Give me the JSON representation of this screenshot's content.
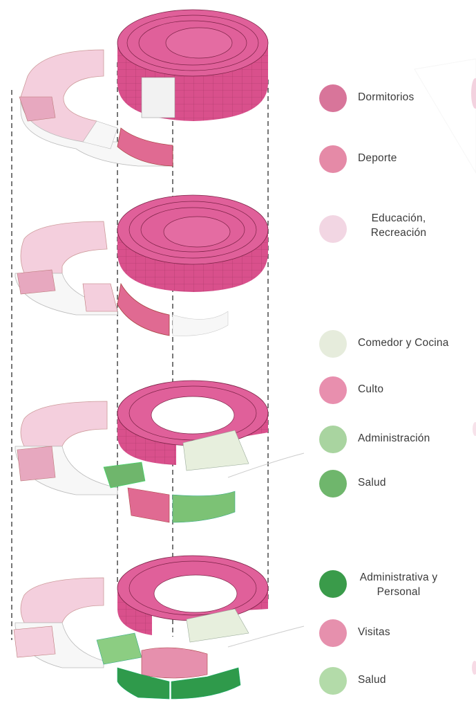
{
  "legend": [
    {
      "label": "Dormitorios",
      "color": "#d8759a"
    },
    {
      "label": "Deporte",
      "color": "#e58aa7"
    },
    {
      "label": "Educación,\nRecreación",
      "color": "#f2d6e3"
    },
    {
      "label": "Comedor y Cocina",
      "color": "#e6ecdc"
    },
    {
      "label": "Culto",
      "color": "#e88fae"
    },
    {
      "label": "Administración",
      "color": "#a9d4a0"
    },
    {
      "label": "Salud",
      "color": "#6fb66c"
    },
    {
      "label": "Administrativa y\nPersonal",
      "color": "#3a9b4a"
    },
    {
      "label": "Visitas",
      "color": "#e690ad"
    },
    {
      "label": "Salud",
      "color": "#b3dba9"
    }
  ],
  "colors": {
    "tower_top": "#e0609a",
    "tower_side": "#d9508c",
    "tower_lines": "#7a2245",
    "light_pink": "#f4cfdd",
    "mid_pink": "#e98fab",
    "white_floor": "#f7f7f7",
    "light_green": "#e7efdd",
    "mid_green": "#7cc275",
    "dark_green": "#2f9a4b"
  }
}
